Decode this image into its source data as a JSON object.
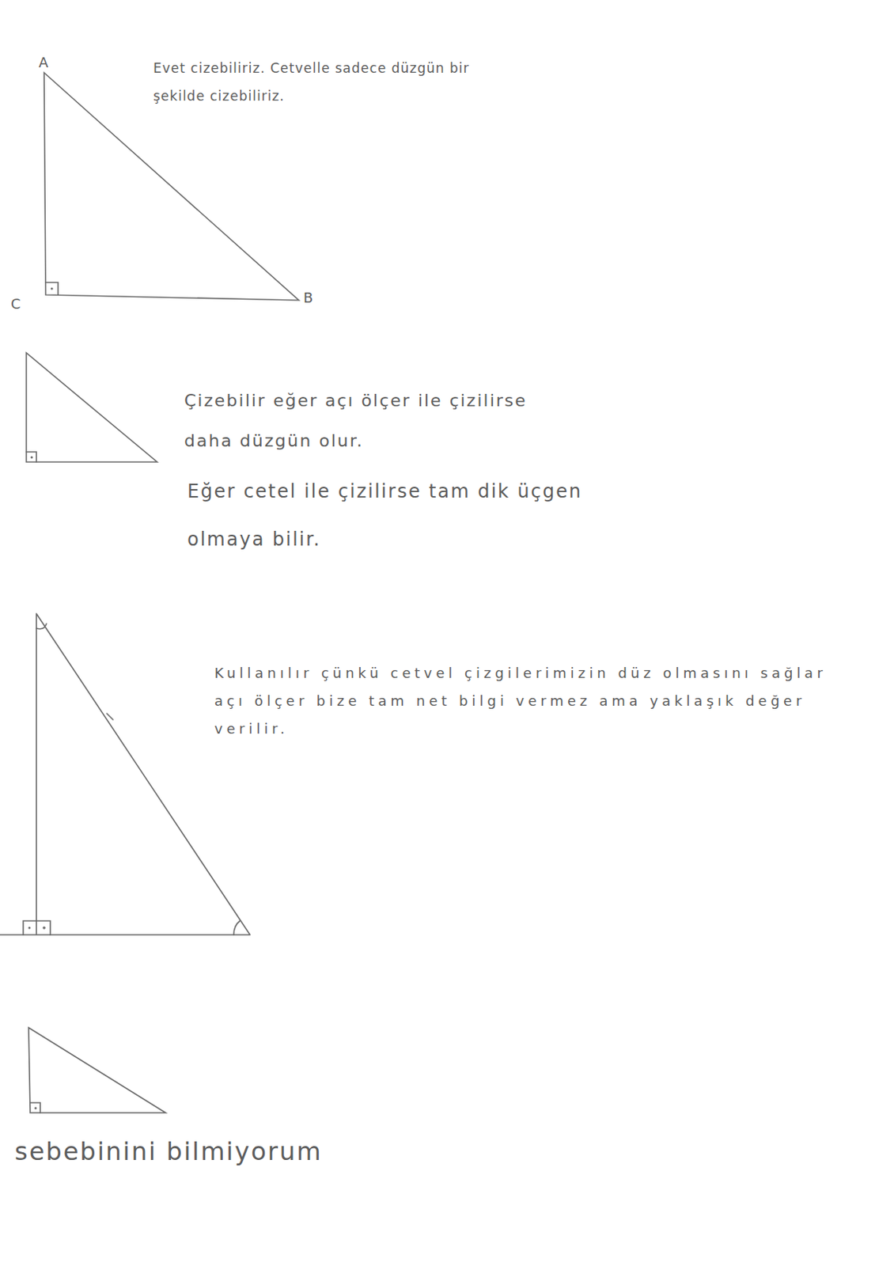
{
  "diagram": {
    "labels": [
      "A",
      "Evet cizebiliriz. Cetvelle sadece düzgün bir şekilde cizebiliriz.",
      "C",
      "B",
      "Çizebilir eğer açı ölçer ile çizilirse daha düzgün olur.",
      "Eğer cetel ile çizilirse tam dik üçgen olmaya bilir.",
      "Kullanılır çünkü cetvel çizgilerimizin düz olmasını sağlar açı ölçer bize tam net bilgi vermez ama yaklaşık değer verilir.",
      "sebebinini bilmiyorum"
    ]
  }
}
